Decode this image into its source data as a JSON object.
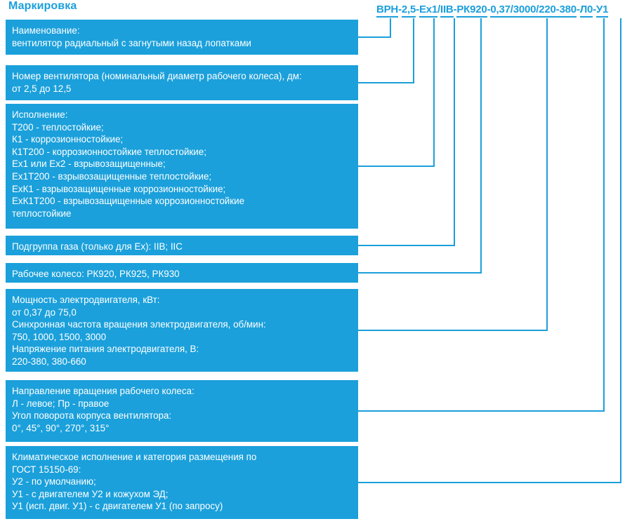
{
  "page": {
    "title": "Маркировка",
    "accent_color": "#1B9FDB",
    "box_fill_color": "#1BA0DB",
    "box_text_color": "#FFFFFF",
    "background_color": "#FFFFFF"
  },
  "marking_code": {
    "full": "ВРН-2,5-Ex1/IIB-РК920-0,37/3000/220-380-Л0-У1",
    "segments": [
      {
        "text": "ВРН",
        "underlined": true
      },
      {
        "text": "-",
        "underlined": false
      },
      {
        "text": "2,5",
        "underlined": true
      },
      {
        "text": "-",
        "underlined": false
      },
      {
        "text": "Ex1",
        "underlined": true
      },
      {
        "text": "/",
        "underlined": false
      },
      {
        "text": "IIB",
        "underlined": true
      },
      {
        "text": "-",
        "underlined": false
      },
      {
        "text": "РК920",
        "underlined": true
      },
      {
        "text": "-",
        "underlined": false
      },
      {
        "text": "0,37/3000/220-380",
        "underlined": true
      },
      {
        "text": "-",
        "underlined": false
      },
      {
        "text": "Л0",
        "underlined": true
      },
      {
        "text": "-",
        "underlined": false
      },
      {
        "text": "У1",
        "underlined": true
      }
    ]
  },
  "boxes": [
    {
      "id": "naименование",
      "name": "name",
      "lines": [
        "Наименование:",
        "вентилятор радиальный с загнутыми назад лопатками"
      ]
    },
    {
      "id": "nomer",
      "name": "fan-number",
      "lines": [
        "Номер вентилятора (номинальный диаметр рабочего колеса), дм:",
        "от 2,5 до 12,5"
      ]
    },
    {
      "id": "ispolnenie",
      "name": "execution",
      "lines": [
        "Исполнение:",
        "Т200 - теплостойкие;",
        "К1 - коррозионностойкие;",
        "К1Т200 - коррозионностойкие теплостойкие;",
        "Ex1 или Ex2 - взрывозащищенные;",
        "Ex1Т200 - взрывозащищенные теплостойкие;",
        "ExК1 - взрывозащищенные коррозионностойкие;",
        "ExК1Т200 - взрывозащищенные коррозионностойкие",
        "теплостойкие"
      ]
    },
    {
      "id": "podgruppa",
      "name": "gas-subgroup",
      "lines": [
        "Подгруппа газа (только для Ex): IIB; IIC"
      ]
    },
    {
      "id": "koleso",
      "name": "impeller",
      "lines": [
        "Рабочее колесо: РК920, РК925, РК930"
      ]
    },
    {
      "id": "moshchnost",
      "name": "motor-parameters",
      "lines": [
        "Мощность электродвигателя, кВт:",
        "от 0,37 до 75,0",
        "Синхронная частота вращения электродвигателя, об/мин:",
        "750, 1000, 1500, 3000",
        "Напряжение питания электродвигателя, В:",
        "220-380, 380-660"
      ]
    },
    {
      "id": "napravlenie",
      "name": "rotation-direction",
      "lines": [
        "Направление вращения рабочего колеса:",
        "Л - левое; Пр - правое",
        "Угол поворота корпуса вентилятора:",
        "0°, 45°, 90°, 270°, 315°"
      ]
    },
    {
      "id": "klimat",
      "name": "climate-category",
      "lines": [
        "Климатическое исполнение и категория размещения по",
        "ГОСТ 15150-69:",
        "У2 - по умолчанию;",
        "У1 - с двигателем У2 и кожухом ЭД;",
        "У1 (исп. двиг. У1) - с двигателем У1 (по запросу)"
      ]
    }
  ]
}
